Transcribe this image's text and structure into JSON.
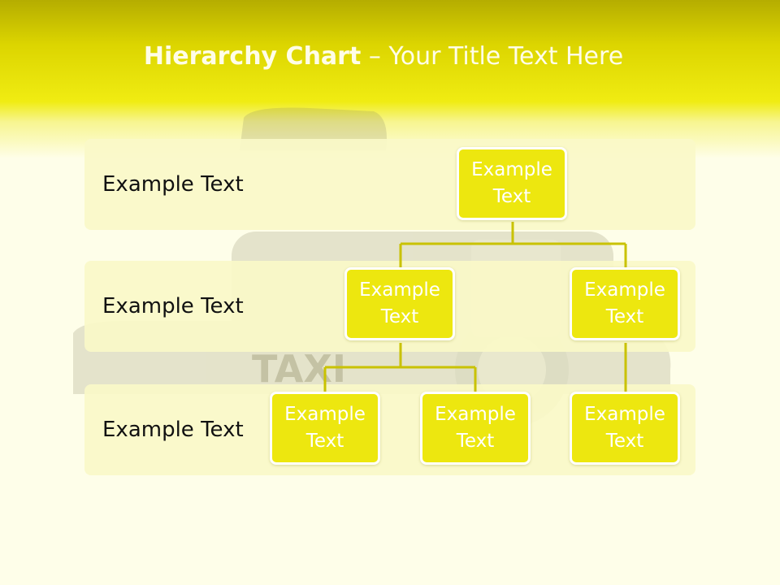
{
  "title": {
    "bold": "Hierarchy Chart",
    "rest": " – Your Title Text Here"
  },
  "background_watermark": "TAXI",
  "rows": [
    {
      "label": "Example Text"
    },
    {
      "label": "Example Text"
    },
    {
      "label": "Example Text"
    }
  ],
  "nodes": [
    {
      "text": "Example Text"
    },
    {
      "text": "Example Text"
    },
    {
      "text": "Example Text"
    },
    {
      "text": "Example Text"
    },
    {
      "text": "Example Text"
    },
    {
      "text": "Example Text"
    }
  ],
  "colors": {
    "header_dark": "#b5ad00",
    "header_bright": "#f0ec12",
    "node_fill": "#ede70f",
    "connector": "#c9c200",
    "page_bg": "#fefee9"
  }
}
